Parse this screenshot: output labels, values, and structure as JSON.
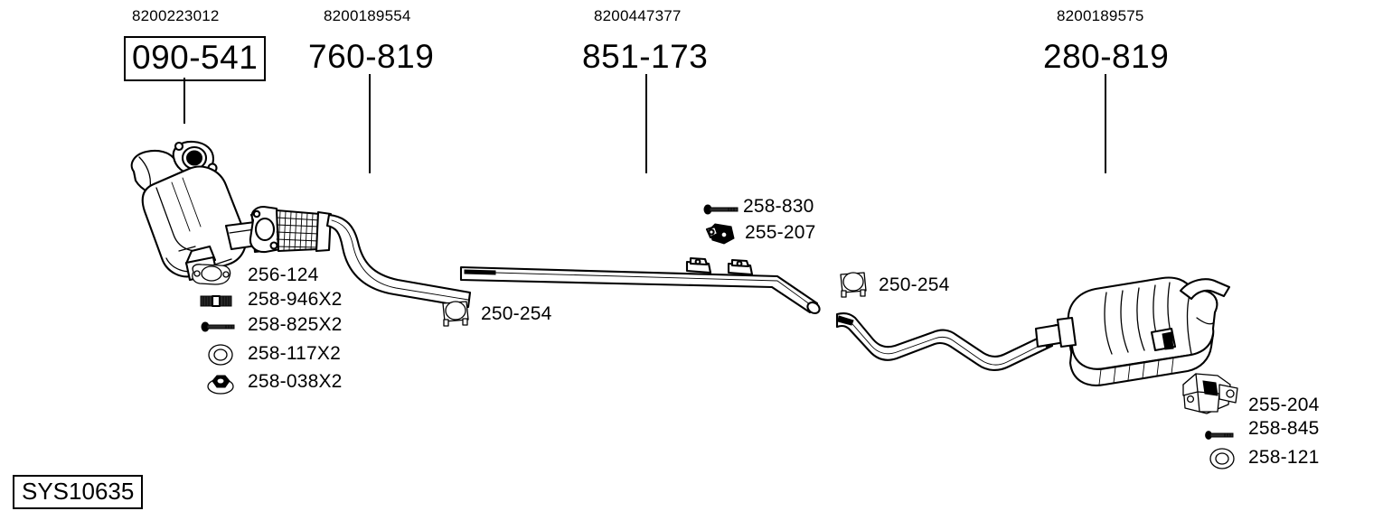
{
  "diagram": {
    "title_id": "SYS10635",
    "type": "exhaust-system-parts-diagram",
    "line_color": "#000000",
    "background_color": "#ffffff"
  },
  "assemblies": [
    {
      "oem": "8200223012",
      "ref": "090-541",
      "boxed": true,
      "component": "catalytic-converter"
    },
    {
      "oem": "8200189554",
      "ref": "760-819",
      "boxed": false,
      "component": "front-pipe"
    },
    {
      "oem": "8200447377",
      "ref": "851-173",
      "boxed": false,
      "component": "centre-pipe"
    },
    {
      "oem": "8200189575",
      "ref": "280-819",
      "boxed": false,
      "component": "rear-silencer"
    }
  ],
  "fittings": {
    "converter_group": [
      {
        "ref": "256-124",
        "icon": "gasket-flange-icon"
      },
      {
        "ref": "258-946X2",
        "icon": "spring-sleeve-icon"
      },
      {
        "ref": "258-825X2",
        "icon": "bolt-icon"
      },
      {
        "ref": "258-117X2",
        "icon": "washer-icon"
      },
      {
        "ref": "258-038X2",
        "icon": "flange-nut-icon"
      }
    ],
    "front_clamp": {
      "ref": "250-254",
      "icon": "u-clamp-icon"
    },
    "centre_group": [
      {
        "ref": "258-830",
        "icon": "bolt-icon"
      },
      {
        "ref": "255-207",
        "icon": "rubber-mount-icon"
      }
    ],
    "rear_clamp": {
      "ref": "250-254",
      "icon": "u-clamp-icon"
    },
    "silencer_group": [
      {
        "ref": "255-204",
        "icon": "hanger-bracket-icon"
      },
      {
        "ref": "258-845",
        "icon": "bolt-icon"
      },
      {
        "ref": "258-121",
        "icon": "washer-icon"
      }
    ]
  }
}
